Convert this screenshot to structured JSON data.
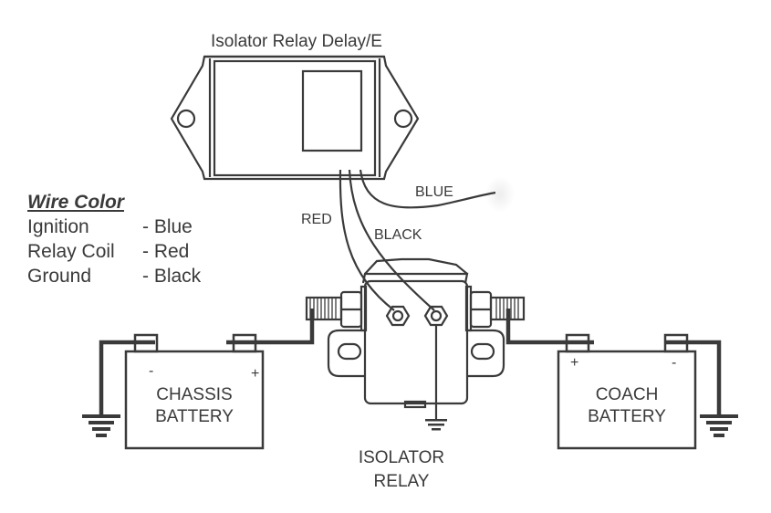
{
  "title": "Isolator Relay Delay/E",
  "legend": {
    "title": "Wire Color",
    "rows": [
      {
        "function": "Ignition",
        "color": "- Blue"
      },
      {
        "function": "Relay Coil",
        "color": "- Red"
      },
      {
        "function": "Ground",
        "color": "- Black"
      }
    ]
  },
  "wires": {
    "blue": "BLUE",
    "red": "RED",
    "black": "BLACK"
  },
  "chassis_battery": {
    "line1": "CHASSIS",
    "line2": "BATTERY",
    "neg": "-",
    "pos": "+"
  },
  "coach_battery": {
    "line1": "COACH",
    "line2": "BATTERY",
    "neg": "-",
    "pos": "+"
  },
  "isolator_relay": {
    "line1": "ISOLATOR",
    "line2": "RELAY"
  },
  "colors": {
    "stroke": "#3a3a3a",
    "background": "#ffffff"
  }
}
